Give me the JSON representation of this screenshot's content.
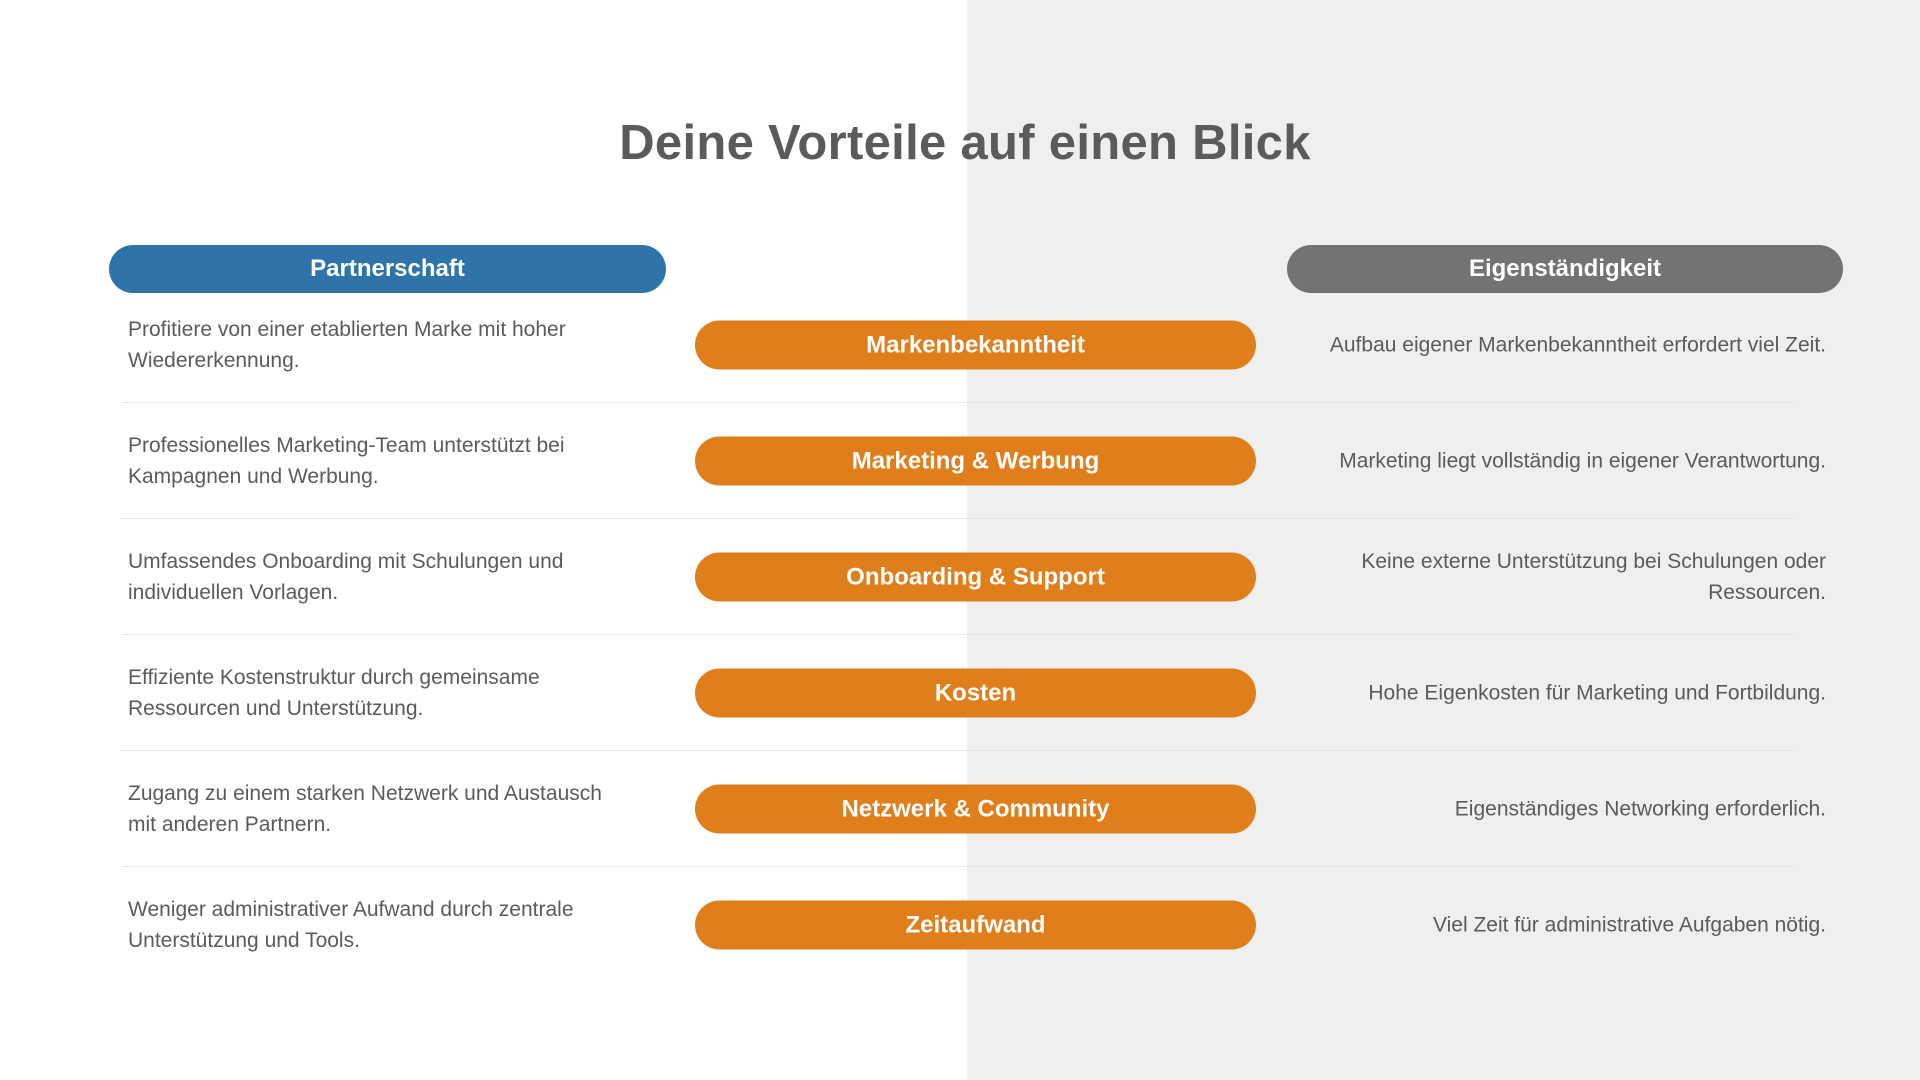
{
  "page": {
    "title": "Deine Vorteile auf einen Blick"
  },
  "headers": {
    "partnership": "Partnerschaft",
    "independence": "Eigenständigkeit"
  },
  "rows": [
    {
      "partnership": "Profitiere von einer etablierten Marke mit hoher\nWiedererkennung.",
      "category": "Markenbekanntheit",
      "independence": "Aufbau eigener Markenbekanntheit erfordert viel Zeit."
    },
    {
      "partnership": "Professionelles Marketing-Team unterstützt bei\nKampagnen und Werbung.",
      "category": "Marketing & Werbung",
      "independence": "Marketing liegt vollständig in eigener Verantwortung."
    },
    {
      "partnership": "Umfassendes Onboarding mit Schulungen und\nindividuellen Vorlagen.",
      "category": "Onboarding & Support",
      "independence": "Keine externe Unterstützung bei Schulungen oder\nRessourcen."
    },
    {
      "partnership": "Effiziente Kostenstruktur durch gemeinsame\nRessourcen und Unterstützung.",
      "category": "Kosten",
      "independence": "Hohe Eigenkosten für Marketing und Fortbildung."
    },
    {
      "partnership": "Zugang zu einem starken Netzwerk und Austausch\nmit anderen Partnern.",
      "category": "Netzwerk & Community",
      "independence": "Eigenständiges Networking erforderlich."
    },
    {
      "partnership": "Weniger administrativer Aufwand durch zentrale\nUnterstützung und Tools.",
      "category": "Zeitaufwand",
      "independence": "Viel Zeit für administrative Aufgaben nötig."
    }
  ],
  "colors": {
    "partnership_pill": "#2f74a8",
    "independence_pill": "#737373",
    "category_pill": "#e07e1b",
    "text": "#5b5b5b",
    "right_background": "#efefef",
    "divider": "#e6e6e6",
    "pill_text": "#ffffff"
  }
}
